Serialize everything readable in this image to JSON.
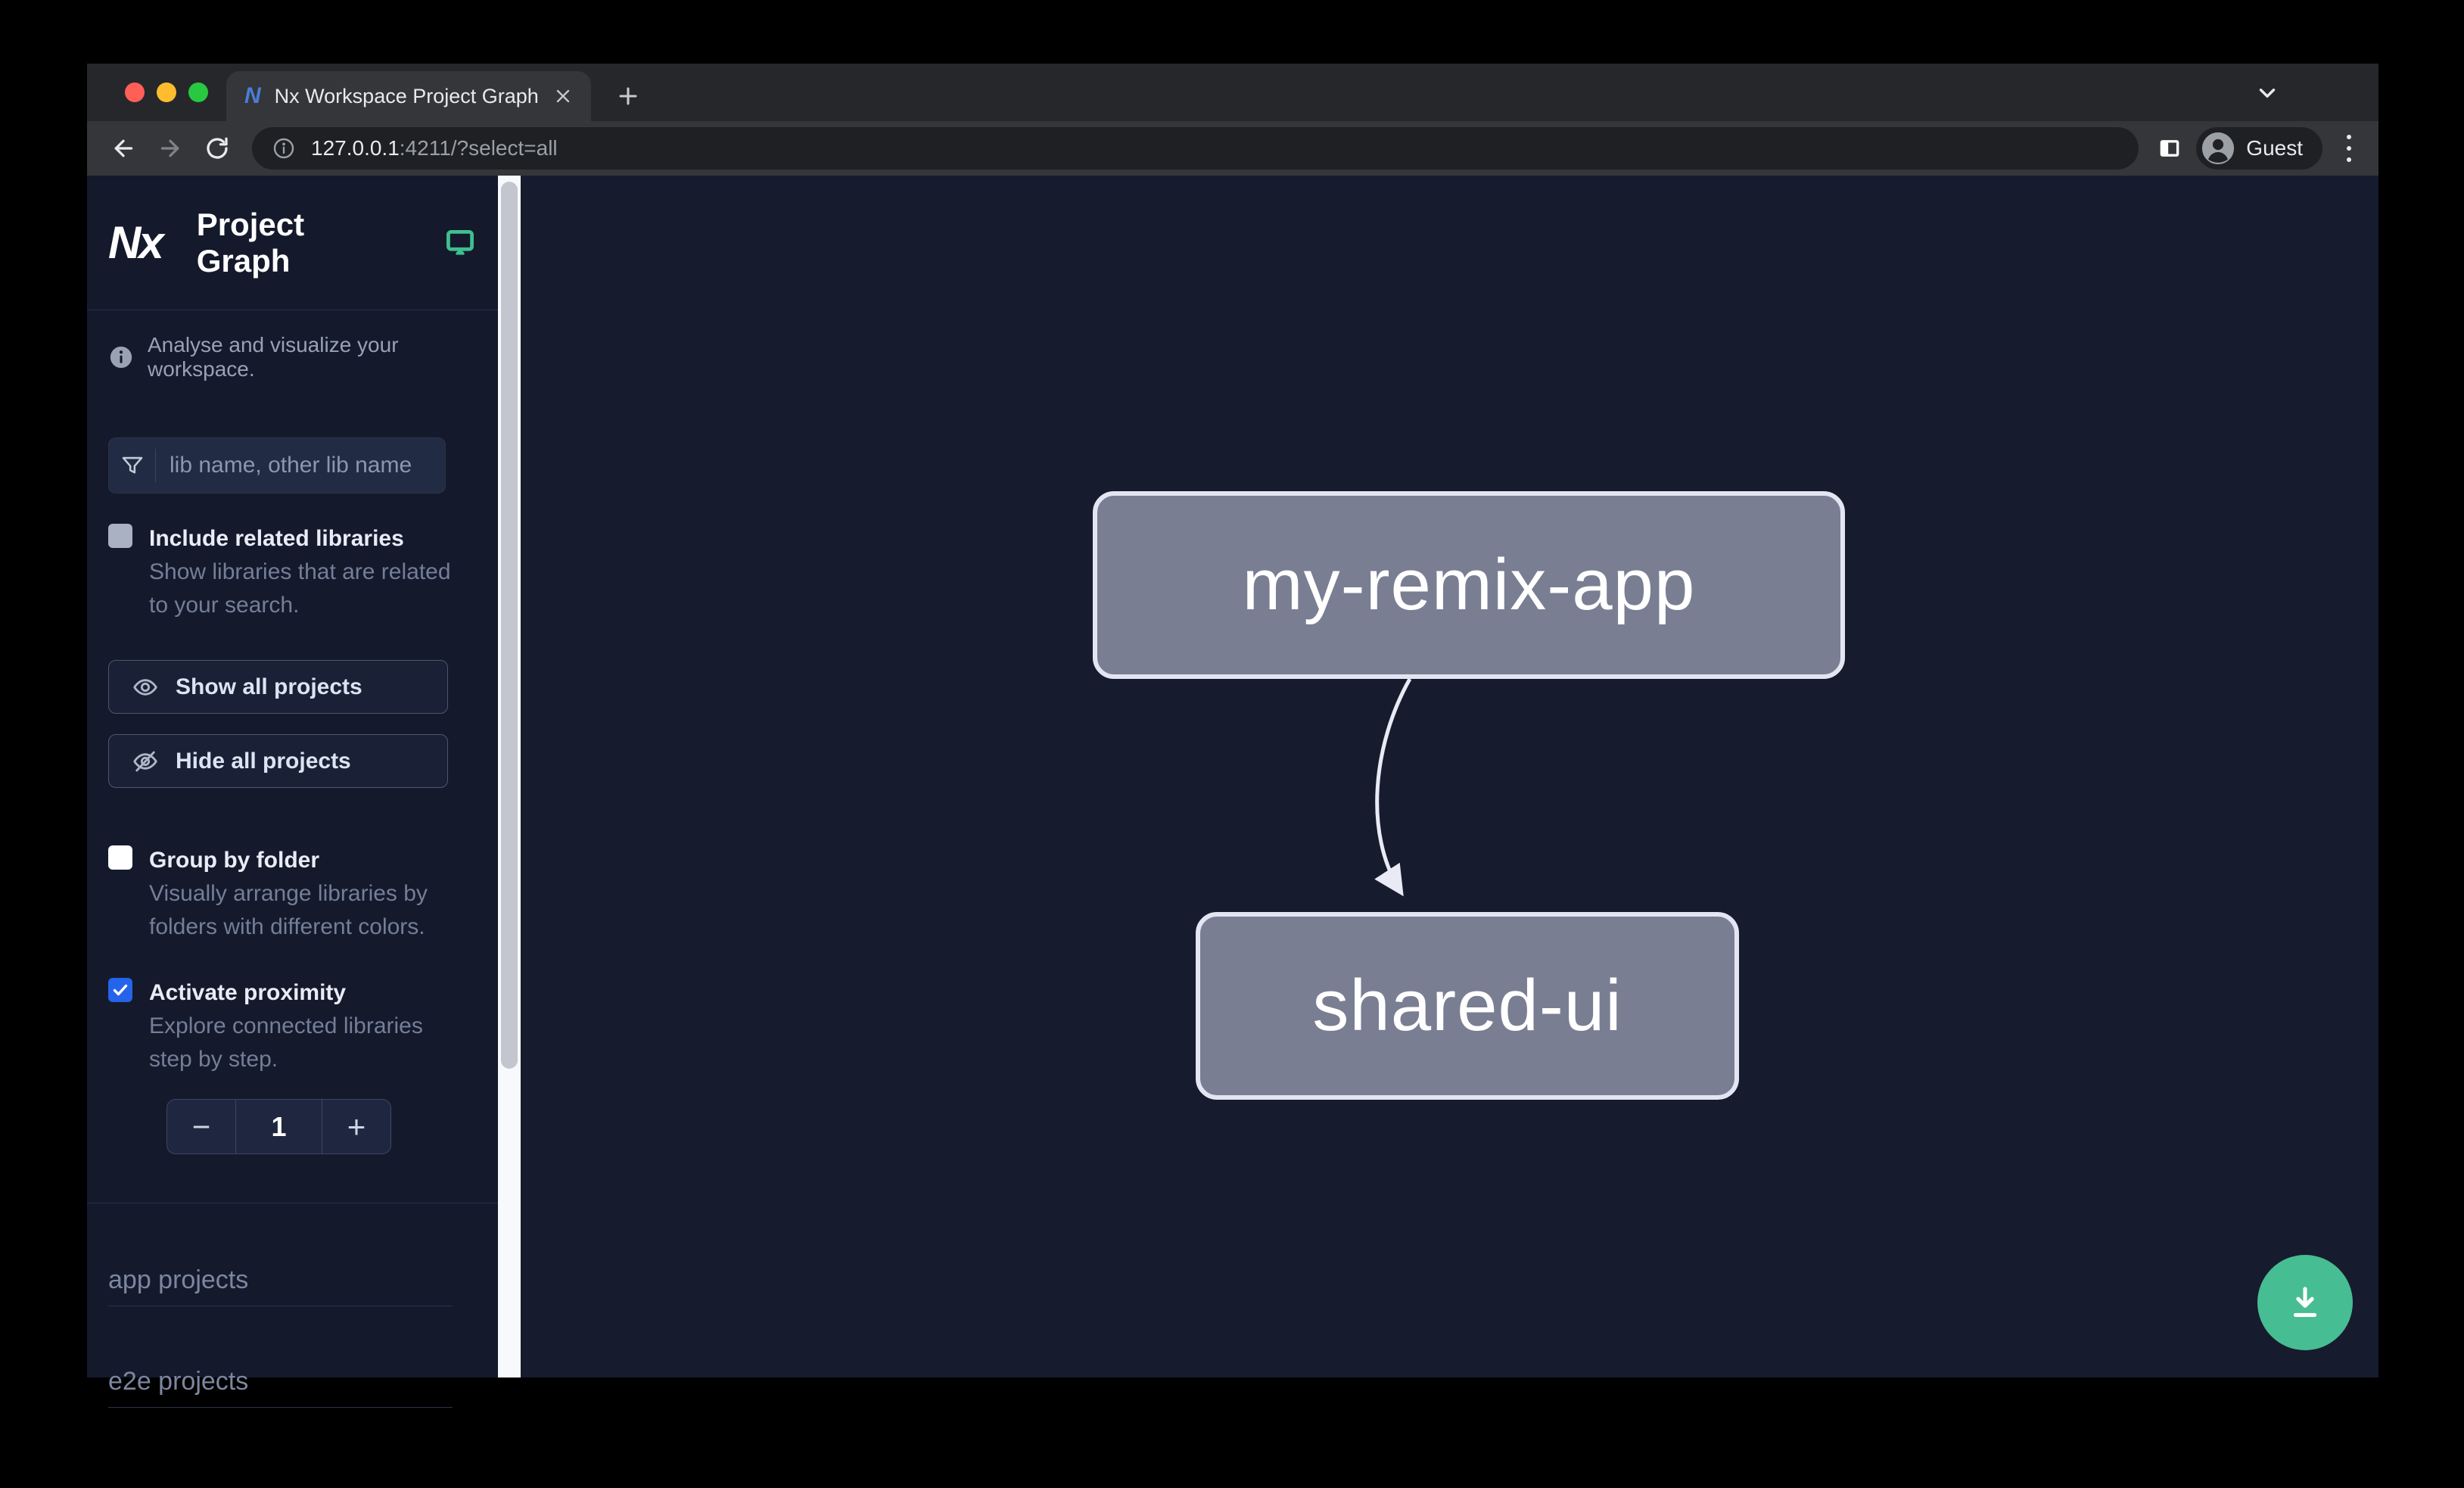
{
  "browser": {
    "tab_title": "Nx Workspace Project Graph",
    "favicon_letter": "N",
    "url_host": "127.0.0.1",
    "url_rest": ":4211/?select=all",
    "profile_label": "Guest"
  },
  "sidebar": {
    "logo_text": "Nx",
    "app_title": "Project Graph",
    "tagline": "Analyse and visualize your workspace.",
    "search_placeholder": "lib name, other lib name",
    "include_related": {
      "label": "Include related libraries",
      "description": "Show libraries that are related to your search.",
      "checked": false
    },
    "show_all_label": "Show all projects",
    "hide_all_label": "Hide all projects",
    "group_by_folder": {
      "label": "Group by folder",
      "description": "Visually arrange libraries by folders with different colors.",
      "checked": false
    },
    "activate_proximity": {
      "label": "Activate proximity",
      "description": "Explore connected libraries step by step.",
      "checked": true
    },
    "proximity_stepper": {
      "decrement_label": "−",
      "value": "1",
      "increment_label": "+"
    },
    "sections": [
      {
        "label": "app projects"
      },
      {
        "label": "e2e projects"
      }
    ]
  },
  "graph": {
    "nodes": [
      {
        "label": "my-remix-app"
      },
      {
        "label": "shared-ui"
      }
    ],
    "edges": [
      {
        "from": "my-remix-app",
        "to": "shared-ui"
      }
    ]
  },
  "icons": {
    "sidebar_header": "monitor-icon",
    "tagline": "info-icon",
    "search": "funnel-icon",
    "show_all": "eye-icon",
    "hide_all": "eye-off-icon",
    "fab": "download-icon"
  },
  "colors": {
    "accent_blue": "#2563eb",
    "accent_green": "#46bd92",
    "node_fill": "#797e92",
    "node_border": "#e3e6f2",
    "canvas_bg": "#161b2e",
    "sidebar_bg": "#141a2c"
  }
}
